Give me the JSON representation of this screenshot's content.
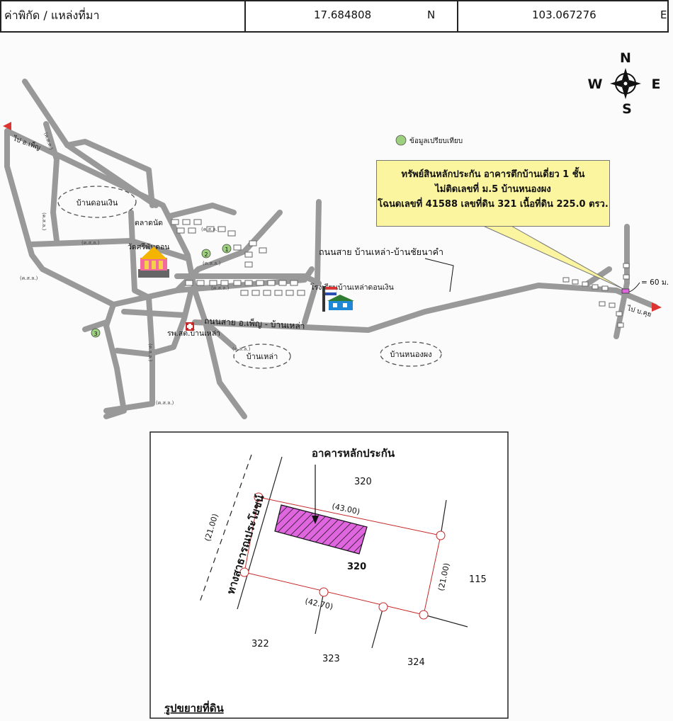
{
  "header": {
    "label": "ค่าพิกัด / แหล่งที่มา",
    "lat": "17.684808",
    "lat_dir": "N",
    "lon": "103.067276",
    "lon_dir": "E"
  },
  "compass": {
    "n": "N",
    "s": "S",
    "e": "E",
    "w": "W"
  },
  "legend": {
    "text": "ข้อมูลเปรียบเทียบ",
    "color": "#9ccf7e"
  },
  "asset_label": {
    "line1": "ทรัพย์สินหลักประกัน อาคารตึกบ้านเดี่ยว 1 ชั้น",
    "line2": "ไม่ติดเลขที่  ม.5 บ้านหนองผง",
    "line3": "โฉนดเลขที่ 41588 เลขที่ดิน 321 เนื้อที่ดิน 225.0 ตรว."
  },
  "map": {
    "road_main": "ถนนสาย บ้านเหล่า-บ้านชัยนาคำ",
    "road_south": "ถนนสาย อ.เพ็ญ - บ้านเหล่า",
    "to_phen": "ไป อ.เพ็ญ",
    "to_right": "ไป บ.คุย",
    "distance": "= 60 ม.",
    "market": "ตลาดนัด",
    "temple": "วัดศรีพันดอน",
    "school": "โรงเรียนบ้านเหล่าดอนเงิน",
    "hospital": "รพ.สต.บ้านเหล่า",
    "village_don_ngoen": "บ้านดอนเงิน",
    "village_lao": "บ้านเหล่า",
    "village_nong_phong": "บ้านหนองผง",
    "markers": [
      "1",
      "2",
      "3"
    ],
    "road_tag": "(ค.ส.ล.)"
  },
  "inset": {
    "title_asset": "อาคารหลักประกัน",
    "road": "ทางสาธารณประโยชน์",
    "road_width": "(21.00)",
    "side_top": "(43.00)",
    "side_bottom": "(42.70)",
    "side_right": "(21.00)",
    "parcel_main": "320",
    "parcel_top": "320",
    "parcel_right": "115",
    "parcel_322": "322",
    "parcel_323": "323",
    "parcel_324": "324",
    "caption": "รูปขยายที่ดิน",
    "hatch_color": "#e066e0"
  }
}
